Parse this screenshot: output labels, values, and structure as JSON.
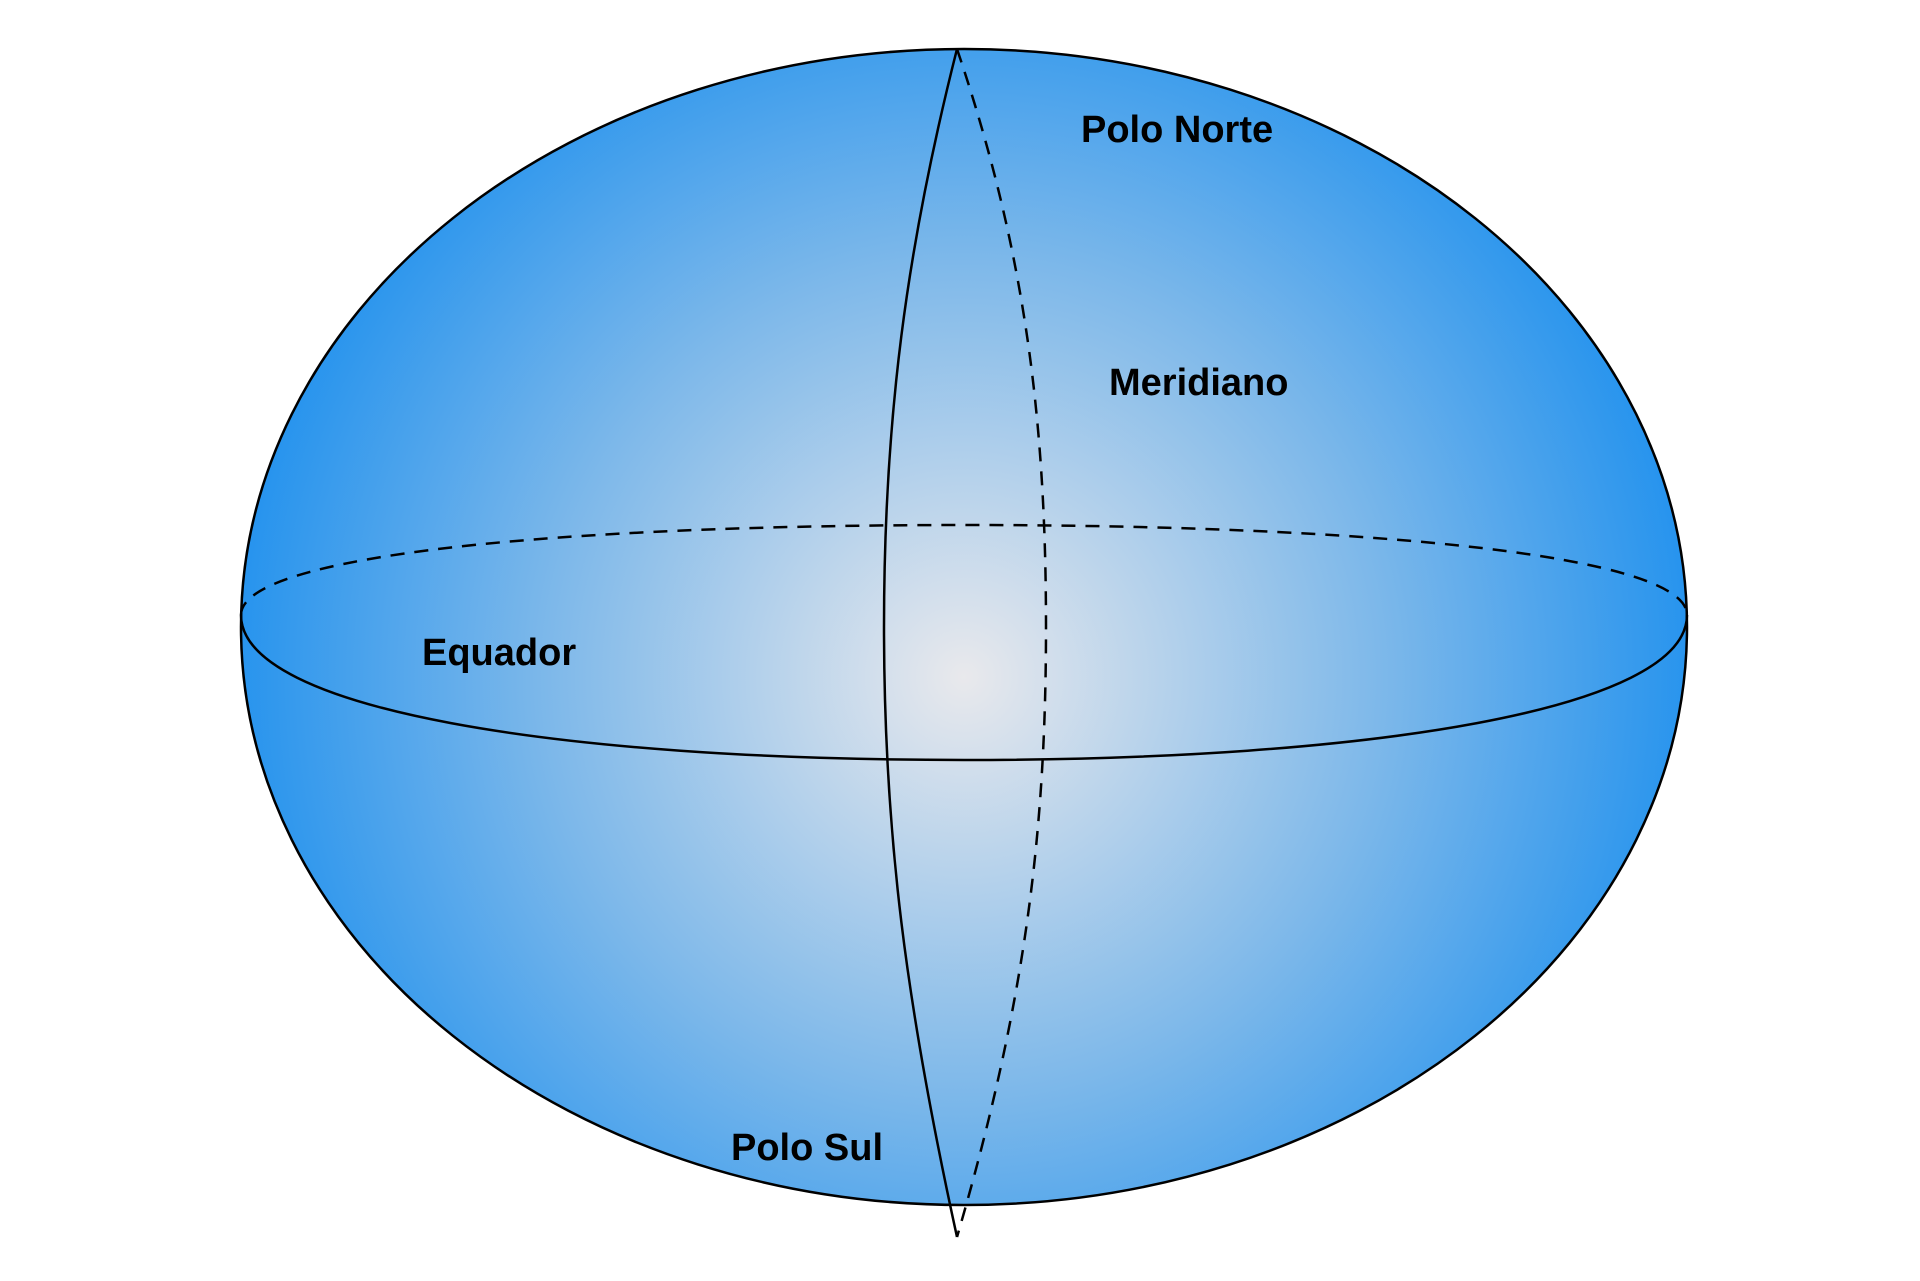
{
  "labels": {
    "north_pole": "Polo Norte",
    "meridian": "Meridiano",
    "equator": "Equador",
    "south_pole": "Polo Sul"
  },
  "colors": {
    "globe_edge": "#1E90EE",
    "globe_center": "#E9E9EC",
    "stroke": "#000000",
    "background": "#FFFFFF"
  }
}
